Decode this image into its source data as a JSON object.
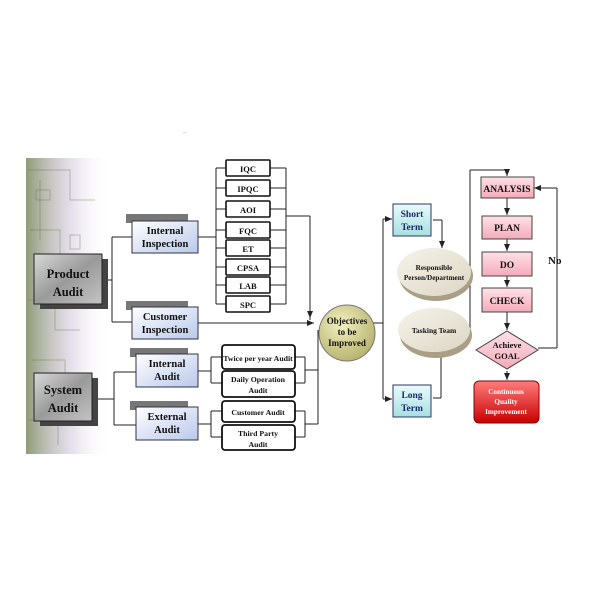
{
  "audits": {
    "product": [
      "Product",
      "Audit"
    ],
    "system": [
      "System",
      "Audit"
    ]
  },
  "categories": {
    "internal_inspection": [
      "Internal",
      "Inspection"
    ],
    "customer_inspection": [
      "Customer",
      "Inspection"
    ],
    "internal_audit": [
      "Internal",
      "Audit"
    ],
    "external_audit": [
      "External",
      "Audit"
    ]
  },
  "inspection_items": [
    "IQC",
    "IPQC",
    "AOI",
    "FQC",
    "ET",
    "CPSA",
    "LAB",
    "SPC"
  ],
  "audit_items": {
    "twice_per_year": [
      "Twice per year Audit"
    ],
    "daily_operation": [
      "Daily Operation",
      "Audit"
    ],
    "customer_audit": [
      "Customer Audit"
    ],
    "third_party": [
      "Third Party",
      "Audit"
    ]
  },
  "objectives": [
    "Objectives",
    "to be",
    "Improved"
  ],
  "terms": {
    "short": [
      "Short",
      "Term"
    ],
    "long": [
      "Long",
      "Term"
    ]
  },
  "owners": {
    "responsible": [
      "Responsible",
      "Person/Department"
    ],
    "tasking": [
      "Tasking Team"
    ]
  },
  "cycle": {
    "analysis": "ANALYSIS",
    "plan": "PLAN",
    "do": "DO",
    "check": "CHECK",
    "achieve": [
      "Achieve",
      "GOAL"
    ],
    "no_label": "No",
    "continuous": [
      "Continuous",
      "Quality",
      "Improvement"
    ]
  }
}
